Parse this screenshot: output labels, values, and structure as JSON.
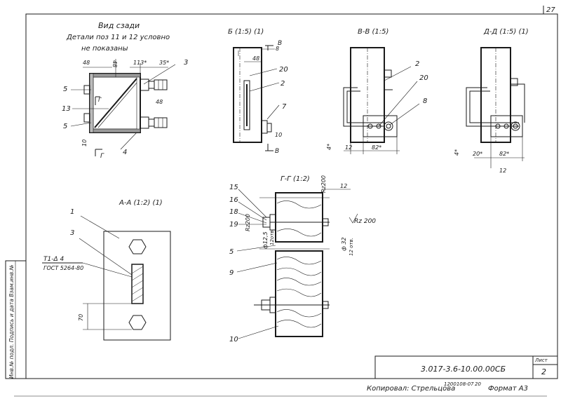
{
  "sheet": {
    "page_number": "27",
    "designation": "3.017-3.6-10.00.00СБ",
    "sheet_label": "Лист",
    "sheet_number": "2",
    "copied_by": "Копировал: Стрельцова",
    "copy_stamp": "1200108-07",
    "copy_stamp2": "20",
    "format": "Формат А3"
  },
  "side_stamp": {
    "text": "Инв.№ подл. Подпись и дата Взам.инв.№"
  },
  "views": {
    "rear_view": {
      "title": "Вид сзади",
      "note_line1": "Детали поз 11 и 12 условно",
      "note_line2": "не показаны",
      "dims": {
        "d48a": "48",
        "d48b": "48",
        "d113": "113*",
        "d35": "35*",
        "d48c": "48",
        "d10": "10"
      },
      "callouts": {
        "c3": "3",
        "c5a": "5",
        "c13": "13",
        "c5b": "5",
        "c4": "4",
        "cG": "Г",
        "cG2": "Г"
      }
    },
    "section_b": {
      "title": "Б (1:5) (1)",
      "dims": {
        "d8": "8",
        "d48": "48",
        "d10": "10"
      },
      "callouts": {
        "c20": "20",
        "c2": "2",
        "c7": "7",
        "cB1": "В",
        "cB2": "В"
      }
    },
    "section_v": {
      "title": "В-В (1:5)",
      "dims": {
        "d12": "12",
        "d82": "82*",
        "d4": "4*"
      },
      "callouts": {
        "c2": "2",
        "c20": "20",
        "c8": "8"
      }
    },
    "section_d": {
      "title": "Д-Д (1:5) (1)",
      "dims": {
        "d20": "20*",
        "d82": "82*",
        "d12": "12",
        "d4": "4*"
      }
    },
    "section_a": {
      "title": "А-А (1:2) (1)",
      "weld_line1": "Т1-Δ 4",
      "weld_line2": "ГОСТ 5264-80",
      "dims": {
        "d70": "70"
      },
      "callouts": {
        "c1": "1",
        "c3": "3"
      }
    },
    "section_g": {
      "title": "Г-Г (1:2)",
      "dims": {
        "rz200a": "Rz200",
        "rz200b": "Rz200",
        "rz200c": "Rz 200",
        "d12": "12",
        "hole1": "ф12,5",
        "hole1b": "12отв.",
        "hole2": "ф 32",
        "hole2b": "12 отв."
      },
      "callouts": {
        "c15": "15",
        "c16": "16",
        "c18": "18",
        "c19": "19",
        "c5": "5",
        "c9": "9",
        "c10": "10"
      }
    }
  }
}
